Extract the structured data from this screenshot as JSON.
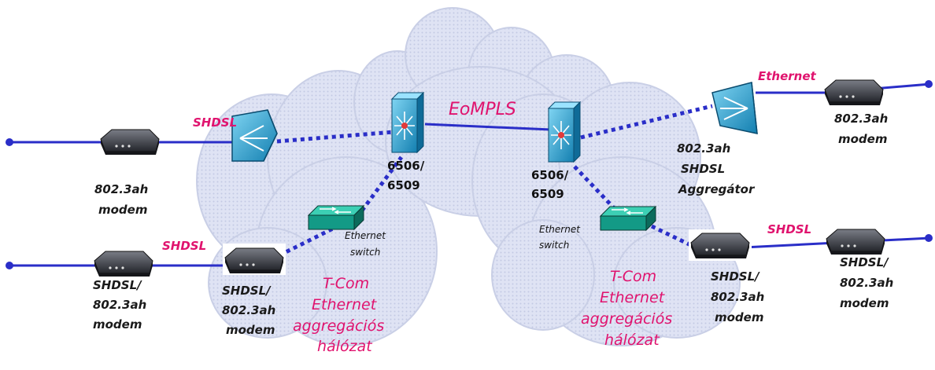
{
  "labels": {
    "eompls": "EoMPLS",
    "shdsl_top_left": "SHDSL",
    "shdsl_bottom_left": "SHDSL",
    "shdsl_right": "SHDSL",
    "ethernet_top_right": "Ethernet",
    "modem_left_top_1": "802.3ah",
    "modem_left_top_2": "modem",
    "modem_left_bottom_1": "SHDSL/",
    "modem_left_bottom_2": "802.3ah",
    "modem_left_bottom_3": "modem",
    "modem_mid_left_1": "SHDSL/",
    "modem_mid_left_2": "802.3ah",
    "modem_mid_left_3": "modem",
    "switch_left_1": "6506/",
    "switch_left_2": "6509",
    "switch_right_1": "6506/",
    "switch_right_2": "6509",
    "eth_switch_left_1": "Ethernet",
    "eth_switch_left_2": "switch",
    "eth_switch_right_1": "Ethernet",
    "eth_switch_right_2": "switch",
    "cloud_left_1": "T-Com",
    "cloud_left_2": "Ethernet",
    "cloud_left_3": "aggregációs",
    "cloud_left_4": "hálózat",
    "cloud_right_1": "T-Com",
    "cloud_right_2": "Ethernet",
    "cloud_right_3": "aggregációs",
    "cloud_right_4": "hálózat",
    "aggregator_1": "802.3ah",
    "aggregator_2": "SHDSL",
    "aggregator_3": "Aggregátor",
    "modem_top_right_1": "802.3ah",
    "modem_top_right_2": "modem",
    "modem_mid_right_1": "SHDSL/",
    "modem_mid_right_2": "802.3ah",
    "modem_mid_right_3": "modem",
    "modem_far_right_1": "SHDSL/",
    "modem_far_right_2": "802.3ah",
    "modem_far_right_3": "modem"
  },
  "icons": [
    "modem-icon",
    "aggregator-icon",
    "multilayer-switch-icon",
    "ethernet-switch-icon",
    "cloud-icon"
  ],
  "colors": {
    "link": "#2a2ec8",
    "cloud": "#d9def2",
    "accent_text": "#e0136e",
    "device_blue": "#1aa2d8"
  }
}
